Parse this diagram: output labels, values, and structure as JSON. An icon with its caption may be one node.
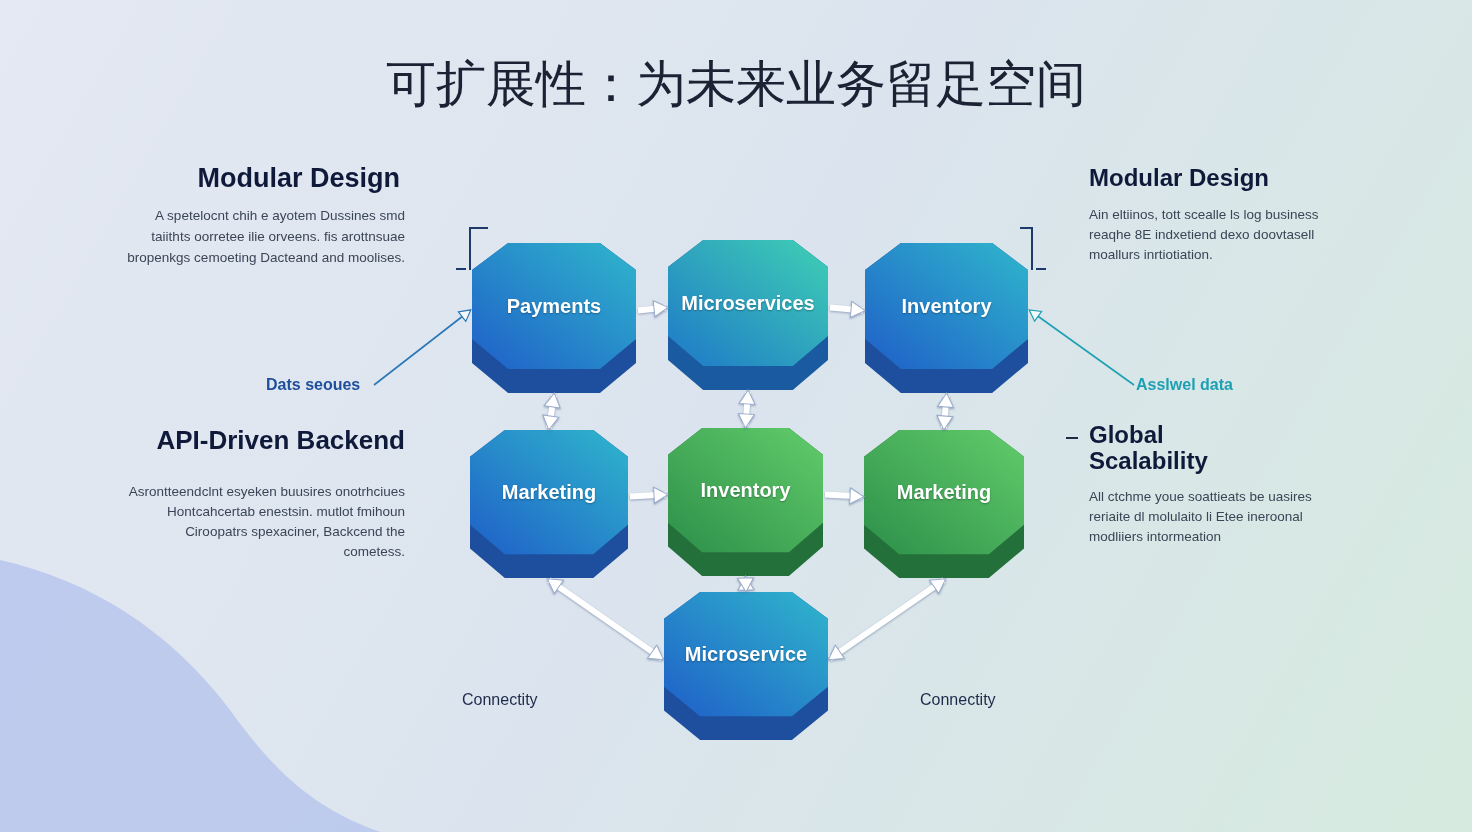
{
  "diagram": {
    "title": "可扩展性：为未来业务留足空间",
    "nodes": [
      {
        "text": [
          "Payments"
        ]
      },
      {
        "text": [
          "Microservices"
        ]
      },
      {
        "text": [
          "Inventory"
        ]
      },
      {
        "text": [
          "Marketing"
        ]
      },
      {
        "text": [
          "Inventory"
        ]
      },
      {
        "text": [
          "Marketing"
        ]
      },
      {
        "text": [
          "Microservice"
        ]
      },
      {
        "text": [
          "Dats seoues"
        ]
      },
      {
        "text": [
          "Asslwel data"
        ]
      }
    ],
    "edges": [
      {
        "from": 0,
        "to": 1,
        "arrow": "to"
      },
      {
        "from": 1,
        "to": 2,
        "arrow": "to"
      },
      {
        "from": 0,
        "to": 3,
        "arrow": "both"
      },
      {
        "from": 1,
        "to": 4,
        "arrow": "both"
      },
      {
        "from": 2,
        "to": 5,
        "arrow": "both"
      },
      {
        "from": 3,
        "to": 4,
        "arrow": "to"
      },
      {
        "from": 4,
        "to": 5,
        "arrow": "to"
      },
      {
        "from": 4,
        "to": 6,
        "arrow": "both"
      },
      {
        "from": 3,
        "to": 6,
        "arrow": "both"
      },
      {
        "from": 5,
        "to": 6,
        "arrow": "both"
      },
      {
        "from": 7,
        "to": 0,
        "arrow": "to",
        "color": "#2a78b8"
      },
      {
        "from": 8,
        "to": 2,
        "arrow": "to",
        "color": "#1ea0b4"
      }
    ],
    "labels": [
      "Modular Design",
      "Modular Design",
      "A spetelocnt chih e ayotem Dussines smd taiithts oorretee ilie orveens. fis arottnsuae bropenkgs cemoeting Dacteand and moolises.",
      "Ain eltiinos, tott scealle ls log business reaqhe 8E indxetiend dexo doovtasell moallurs inrtiotiation.",
      "API-Driven Backend",
      "Global Scalability",
      "Asrontteendclnt esyeken buusires onotrhciues Hontcahcertab enestsin. mutlot fmihoun Ciroopatrs spexaciner, Backcend the cometess.",
      "All ctchme youe soattieats be uasires reriaite dl molulaito li Etee ineroonal modliiers intormeation",
      "Connectity",
      "Connectity"
    ]
  }
}
